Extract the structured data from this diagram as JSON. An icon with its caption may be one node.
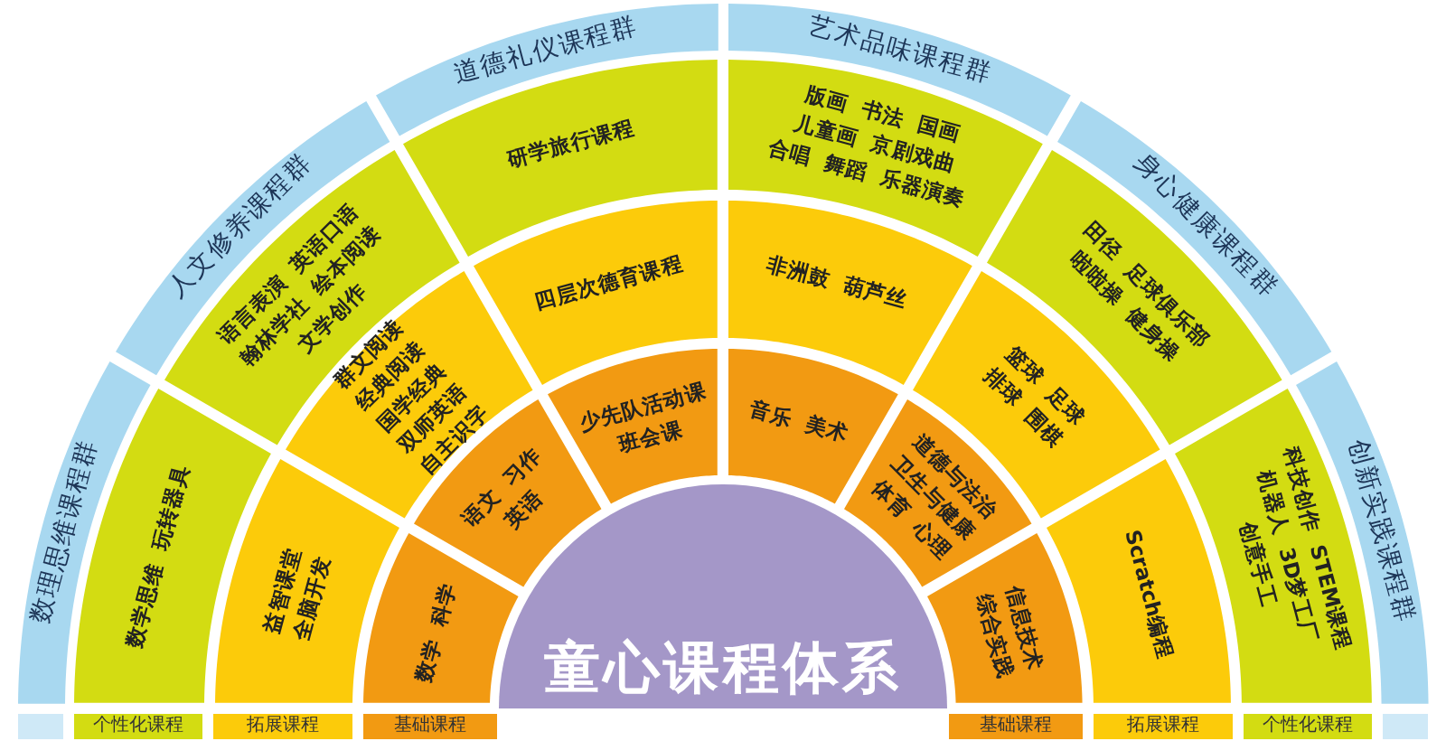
{
  "diagram": {
    "nodes": [
      {
        "text": [
          "童心课程体系"
        ]
      },
      {
        "text": [
          "数理思维课程群"
        ]
      },
      {
        "text": [
          "数学思维",
          "玩转器具"
        ]
      },
      {
        "text": [
          "益智课堂",
          "全脑开发"
        ]
      },
      {
        "text": [
          "数学",
          "科学"
        ]
      },
      {
        "text": [
          "人文修养课程群"
        ]
      },
      {
        "text": [
          "语言表演",
          "英语口语",
          "翰林学社",
          "绘本阅读",
          "文学创作"
        ]
      },
      {
        "text": [
          "群文阅读",
          "经典阅读",
          "国学经典",
          "双师英语",
          "自主识字"
        ]
      },
      {
        "text": [
          "语文",
          "习作",
          "英语"
        ]
      },
      {
        "text": [
          "道德礼仪课程群"
        ]
      },
      {
        "text": [
          "研学旅行课程"
        ]
      },
      {
        "text": [
          "四层次德育课程"
        ]
      },
      {
        "text": [
          "少先队活动课",
          "班会课"
        ]
      },
      {
        "text": [
          "艺术品味课程群"
        ]
      },
      {
        "text": [
          "版画",
          "书法",
          "国画",
          "儿童画",
          "京剧戏曲",
          "合唱",
          "舞蹈",
          "乐器演奏"
        ]
      },
      {
        "text": [
          "非洲鼓",
          "葫芦丝"
        ]
      },
      {
        "text": [
          "音乐",
          "美术"
        ]
      },
      {
        "text": [
          "身心健康课程群"
        ]
      },
      {
        "text": [
          "田径",
          "足球俱乐部",
          "啦啦操",
          "健身操"
        ]
      },
      {
        "text": [
          "篮球",
          "足球",
          "排球",
          "围棋"
        ]
      },
      {
        "text": [
          "道德与法治",
          "卫生与健康",
          "体育",
          "心理"
        ]
      },
      {
        "text": [
          "创新实践课程群"
        ]
      },
      {
        "text": [
          "科技创作",
          "STEM课程",
          "机器人",
          "3D梦工厂",
          "创意手工"
        ]
      },
      {
        "text": [
          "Scratch编程"
        ]
      },
      {
        "text": [
          "信息技术",
          "综合实践"
        ]
      },
      {
        "text": [],
        "shape": "box"
      },
      {
        "text": [
          "个性化课程"
        ]
      },
      {
        "text": [
          "拓展课程"
        ]
      },
      {
        "text": [
          "基础课程"
        ]
      },
      {
        "text": [
          "基础课程"
        ]
      },
      {
        "text": [
          "拓展课程"
        ]
      },
      {
        "text": [
          "个性化课程"
        ]
      },
      {
        "text": [],
        "shape": "box"
      }
    ]
  }
}
